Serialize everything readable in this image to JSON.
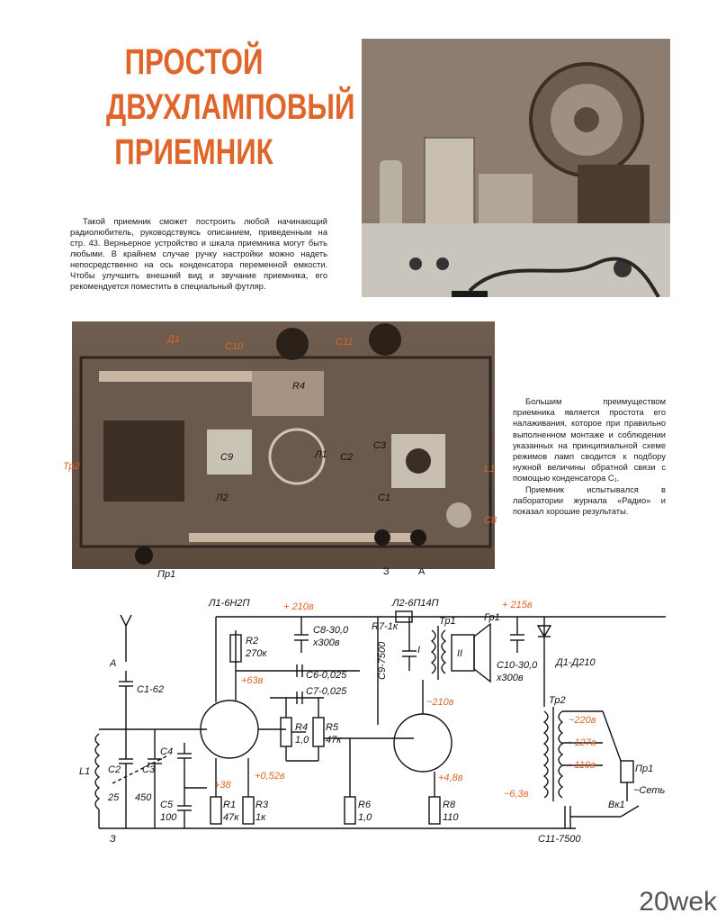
{
  "title_lines": [
    "ПРОСТОЙ",
    "ДВУХЛАМПОВЫЙ",
    "ПРИЕМНИК"
  ],
  "intro_text": "Такой приемник сможет построить любой начинающий радиолюбитель, руководствуясь описанием, приведенным на стр. 43. Верньерное устройство и шкала приемника могут быть любыми. В крайнем случае ручку настройки можно надеть непосредственно на ось конденсатора переменной емкости. Чтобы улучшить внешний вид и звучание приемника, его рекомендуется поместить в специальный футляр.",
  "side_paragraphs": [
    "Большим преимуществом приемника является простота его налаживания, которое при правильно выполненном монтаже и соблюдении указанных на принципиальной схеме режимов ламп сводится к подбору нужной величины обратной связи с помощью конденсатора C₁.",
    "Приемник испытывался в лаборатории журнала «Радио» и показал хорошие результаты."
  ],
  "photo_labels": {
    "d1": "Д1",
    "c10": "C10",
    "c11": "C11",
    "r4": "R4",
    "c9": "C9",
    "l1a": "Л1",
    "c3": "C3",
    "c2": "C2",
    "l1": "L1",
    "tr2": "Тр2",
    "l2": "Л2",
    "c1": "C1",
    "c8": "C8",
    "pr1": "Пр1",
    "z": "З",
    "a": "А"
  },
  "schematic": {
    "l1_tube": "Л1-6Н2П",
    "l2_tube": "Л2-6П14П",
    "v210a": "+ 210в",
    "c8": "C8-30,0",
    "c8v": "х300в",
    "r7": "R7-1к",
    "tr1": "Тр1",
    "gr1": "Гр1",
    "v215": "+ 215в",
    "r2": "R2",
    "r2v": "270к",
    "c9": "C9-7500",
    "v63": "+63в",
    "c6": "C6-0,025",
    "c7": "C7-0,025",
    "c10": "C10-30,0",
    "c10v": "х300в",
    "d1": "Д1-Д210",
    "a_ant": "А",
    "c1": "C1-62",
    "r4": "R4",
    "r4v": "1,0",
    "r5": "R5",
    "r5v": "47к",
    "v210b": "~210в",
    "tr2": "Тр2",
    "v220": "~220в",
    "v127": "~127в",
    "v110": "~110в",
    "c2": "C2",
    "c3": "C3",
    "c4": "C4",
    "c5": "C5",
    "c5v": "100",
    "r25": "25",
    "r450": "450",
    "l1": "L1",
    "v38": "+38",
    "v052": "+0,52в",
    "v48": "+4,8в",
    "r1": "R1",
    "r1v": "47к",
    "r3": "R3",
    "r3v": "1к",
    "r6": "R6",
    "r6v": "1,0",
    "r8": "R8",
    "r8v": "110",
    "v63b": "~6,3в",
    "pr1": "Пр1",
    "set": "~Сеть",
    "vk1": "Вк1",
    "c11": "C11-7500",
    "z": "З",
    "I": "I",
    "II": "II"
  },
  "watermark": "20wek"
}
